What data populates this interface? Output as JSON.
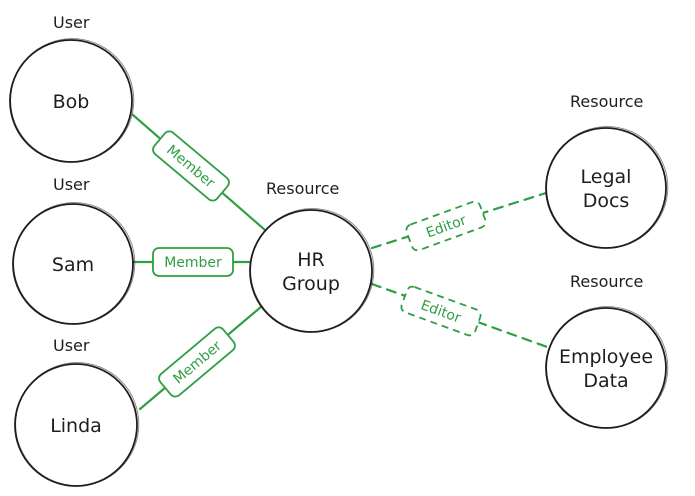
{
  "colors": {
    "edge": "#2f9e44",
    "node_stroke": "#1e1e1e",
    "text": "#1e1e1e"
  },
  "nodes": {
    "bob": {
      "type": "User",
      "lines": [
        "Bob"
      ]
    },
    "sam": {
      "type": "User",
      "lines": [
        "Sam"
      ]
    },
    "linda": {
      "type": "User",
      "lines": [
        "Linda"
      ]
    },
    "hr": {
      "type": "Resource",
      "lines": [
        "HR",
        "Group"
      ]
    },
    "legal": {
      "type": "Resource",
      "lines": [
        "Legal",
        "Docs"
      ]
    },
    "employee": {
      "type": "Resource",
      "lines": [
        "Employee",
        "Data"
      ]
    }
  },
  "edges": [
    {
      "from": "bob",
      "to": "hr",
      "label": "Member",
      "style": "solid"
    },
    {
      "from": "sam",
      "to": "hr",
      "label": "Member",
      "style": "solid"
    },
    {
      "from": "linda",
      "to": "hr",
      "label": "Member",
      "style": "solid"
    },
    {
      "from": "hr",
      "to": "legal",
      "label": "Editor",
      "style": "dashed"
    },
    {
      "from": "hr",
      "to": "employee",
      "label": "Editor",
      "style": "dashed"
    }
  ]
}
